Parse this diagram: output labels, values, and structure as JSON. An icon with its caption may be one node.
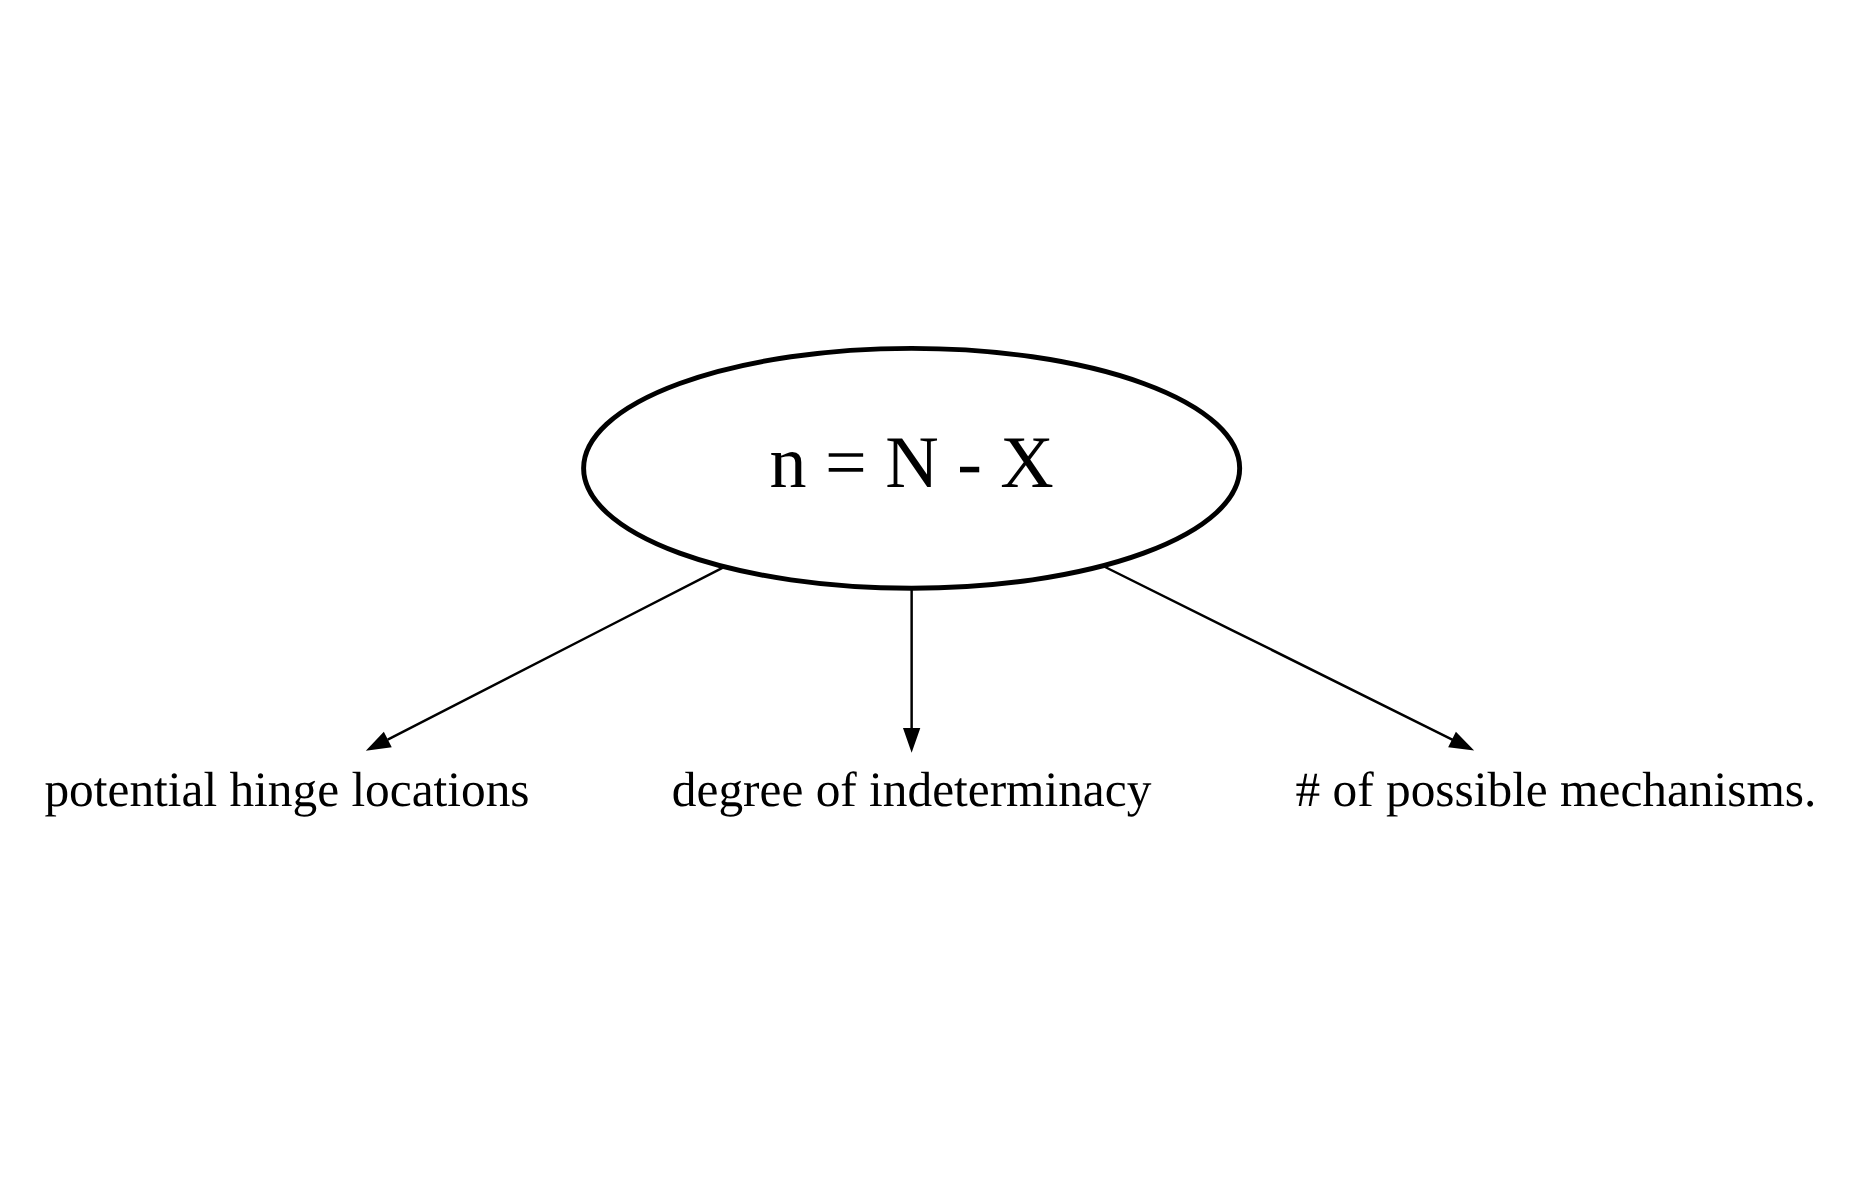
{
  "diagram": {
    "nodes": [
      {
        "text": [
          "n = N - X"
        ]
      },
      {
        "text": [
          "potential hinge locations"
        ]
      },
      {
        "text": [
          "degree of indeterminacy"
        ]
      },
      {
        "text": [
          "# of possible mechanisms."
        ]
      }
    ],
    "edges": [
      {
        "from": 0,
        "to": 1,
        "arrow": "to"
      },
      {
        "from": 0,
        "to": 2,
        "arrow": "to"
      },
      {
        "from": 0,
        "to": 3,
        "arrow": "to"
      }
    ]
  }
}
